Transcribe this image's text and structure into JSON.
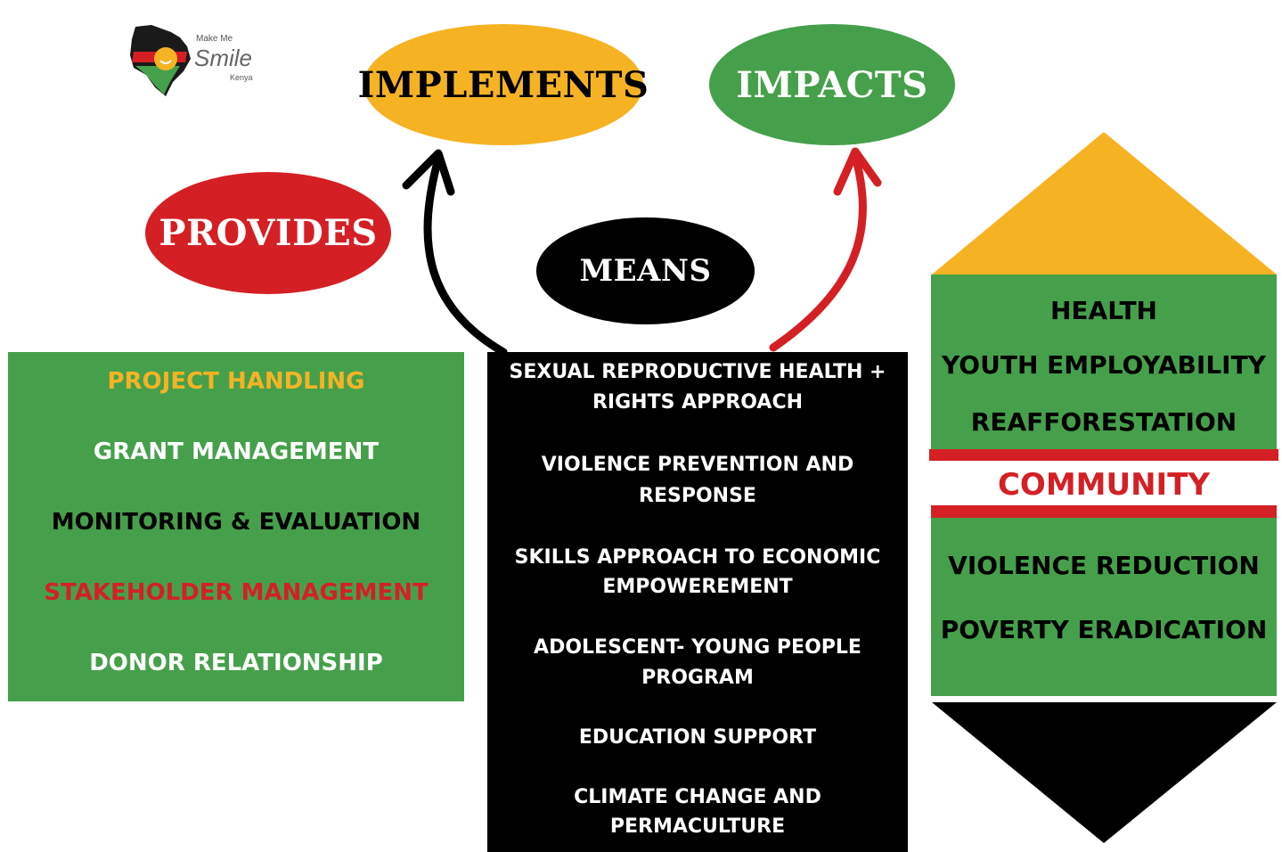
{
  "logo": {
    "line1": "Make Me",
    "line2": "Smile",
    "line3": "Kenya"
  },
  "colors": {
    "yellow": "#F5B324",
    "green": "#46A04B",
    "red": "#D42025",
    "black": "#000000",
    "white": "#FFFFFF"
  },
  "ellipses": {
    "implements": "IMPLEMENTS",
    "impacts": "IMPACTS",
    "provides": "PROVIDES",
    "means": "MEANS"
  },
  "provides_box": {
    "items": [
      "PROJECT HANDLING",
      "GRANT MANAGEMENT",
      "MONITORING & EVALUATION",
      "STAKEHOLDER MANAGEMENT",
      "DONOR RELATIONSHIP"
    ]
  },
  "means_box": {
    "items": [
      {
        "line1": "SEXUAL REPRODUCTIVE HEALTH +",
        "line2": "RIGHTS APPROACH"
      },
      {
        "line1": "VIOLENCE PREVENTION AND",
        "line2": "RESPONSE"
      },
      {
        "line1": "SKILLS APPROACH TO ECONOMIC",
        "line2": "EMPOWEREMENT"
      },
      {
        "line1": "ADOLESCENT- YOUNG PEOPLE",
        "line2": "PROGRAM"
      },
      {
        "line1": "EDUCATION SUPPORT"
      },
      {
        "line1": "CLIMATE CHANGE AND",
        "line2": "PERMACULTURE"
      }
    ]
  },
  "impacts_panel": {
    "top_items": [
      "HEALTH",
      "YOUTH EMPLOYABILITY",
      "REAFFORESTATION"
    ],
    "center_label": "COMMUNITY",
    "bottom_items": [
      "VIOLENCE REDUCTION",
      "POVERTY ERADICATION"
    ]
  }
}
